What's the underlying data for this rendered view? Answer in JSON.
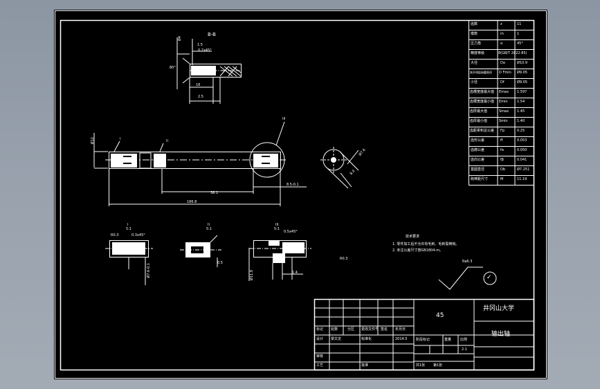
{
  "sections": {
    "bb_label": "B-B",
    "i_label": "I",
    "ii_label": "II",
    "iii_label": "III",
    "scale_i": "5:1",
    "scale_ii": "5:1",
    "scale_iii": "5:1",
    "balloon_1": "I",
    "balloon_2": "II",
    "balloon_3": "III"
  },
  "dims": {
    "bb_dia": "Ø4",
    "bb_chamfer": "1.5",
    "bb_angle": "0.2x45°",
    "bb_length": "18",
    "bb_total": "2.5",
    "bb_side": "80°",
    "shaft_left": "Ø12",
    "shaft_mid": "38.1",
    "shaft_right": "8.5-0.1",
    "shaft_total": "186.8",
    "circle_a": "Ø7.6",
    "circle_b": "8.4",
    "d_i_a": "R0.3",
    "d_i_b": "0.3x45°",
    "d_i_v": "Ø7.6-0.1",
    "d_ii_a": "0.5",
    "d_iii_a": "0.5x45°",
    "d_iii_b": "1.4",
    "d_iii_v": "Ø11.9",
    "r_small": "R0.3"
  },
  "notes": {
    "title": "技术要求",
    "line1": "1. 零件加工后不允许有毛刺、毛刺需倒钝。",
    "line2": "2. 未注公差尺寸按GB1804-m。"
  },
  "roughness": {
    "value": "Ra6.3",
    "check": "✓"
  },
  "spec_table": [
    [
      "齿数",
      "z",
      "11"
    ],
    [
      "模数",
      "m",
      "1"
    ],
    [
      "压力角",
      "α",
      "45°"
    ],
    [
      "精度等级",
      "",
      "8(GB/T 2822-85)"
    ],
    [
      "大径",
      "Da",
      "Ø10.9"
    ],
    [
      "渐开线起始圆直径",
      "D Fmin",
      "Ø9.05"
    ],
    [
      "小径",
      "Df",
      "Ø9.05"
    ],
    [
      "齿槽宽度最大值",
      "Emax",
      "1.597"
    ],
    [
      "齿槽宽度最小值",
      "Emin",
      "1.54"
    ],
    [
      "齿厚最大值",
      "Smax",
      "1.45"
    ],
    [
      "齿厚最小值",
      "Smin",
      "1.40"
    ],
    [
      "齿距累积总公差",
      "Fp",
      "0.25"
    ],
    [
      "齿形公差",
      "ff",
      "0.053"
    ],
    [
      "齿廓公差",
      "fα",
      "0.050"
    ],
    [
      "齿向公差",
      "fβ",
      "0.041"
    ],
    [
      "基圆直径",
      "Db",
      "Ø7.251"
    ],
    [
      "跨棒距尺寸",
      "M",
      "11.19"
    ]
  ],
  "title_block": {
    "material": "45",
    "school": "井冈山大学",
    "part_name": "输出轴",
    "hdr_sign": "标记",
    "hdr_count": "处数",
    "hdr_zone": "分区",
    "hdr_doc": "更改文件号",
    "hdr_signname": "签名",
    "hdr_date": "年月日",
    "design": "设计",
    "design_sig": "梁文龙",
    "standard": "标准化",
    "date_val": "2014.5",
    "stage": "阶段标记",
    "weight": "重量",
    "scale": "比例",
    "scale_val": "2.1",
    "review": "审核",
    "process": "工艺",
    "approve": "批准",
    "total_sheets": "共1张",
    "sheet_no": "第1张"
  }
}
